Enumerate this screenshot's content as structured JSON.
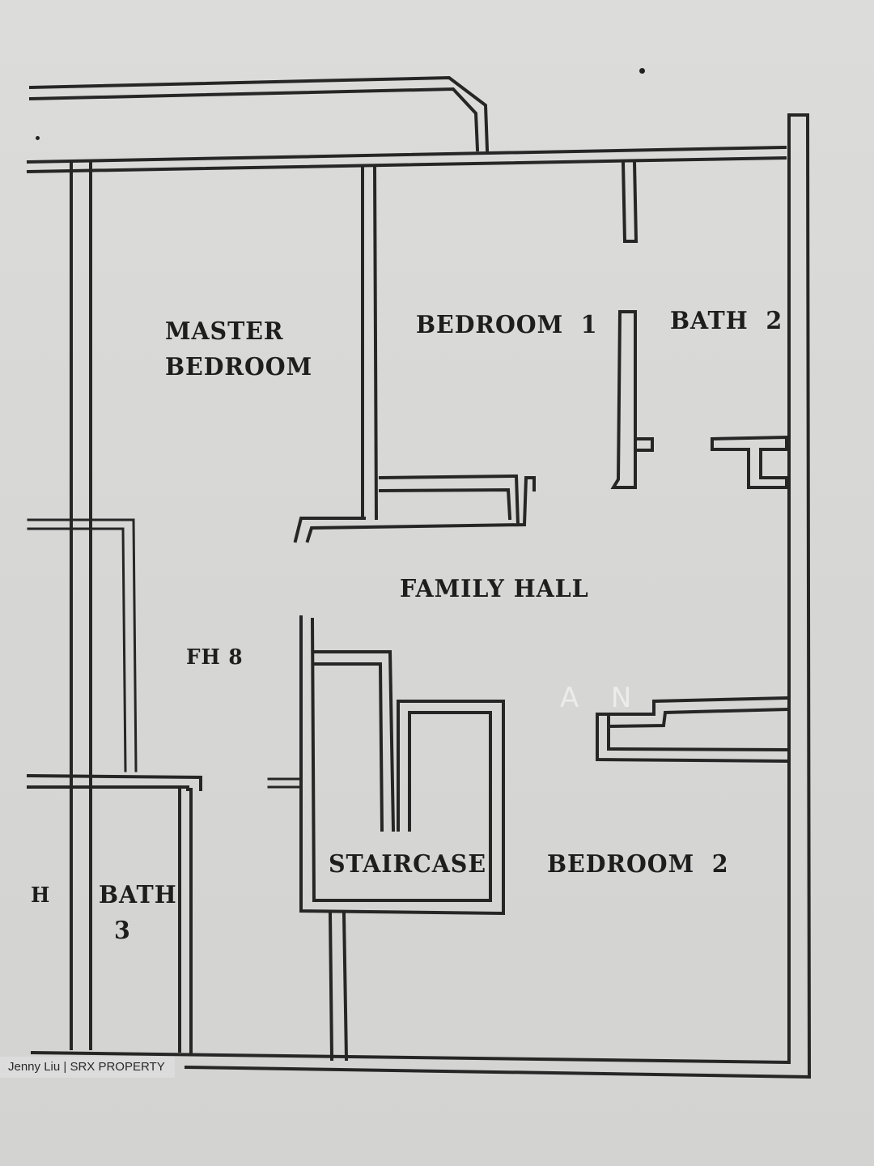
{
  "rooms": {
    "master_bedroom": {
      "line1": "MASTER",
      "line2": "BEDROOM"
    },
    "bedroom_1": "BEDROOM  1",
    "bath_2": "BATH  2",
    "family_hall": "FAMILY HALL",
    "fh_label": "FH 8",
    "staircase": "STAIRCASE",
    "bedroom_2": "BEDROOM  2",
    "bath_3": {
      "line1": "BATH",
      "line2": "3"
    },
    "edge_h": "H"
  },
  "faint_text": "A  N",
  "watermark": "Jenny Liu | SRX PROPERTY"
}
